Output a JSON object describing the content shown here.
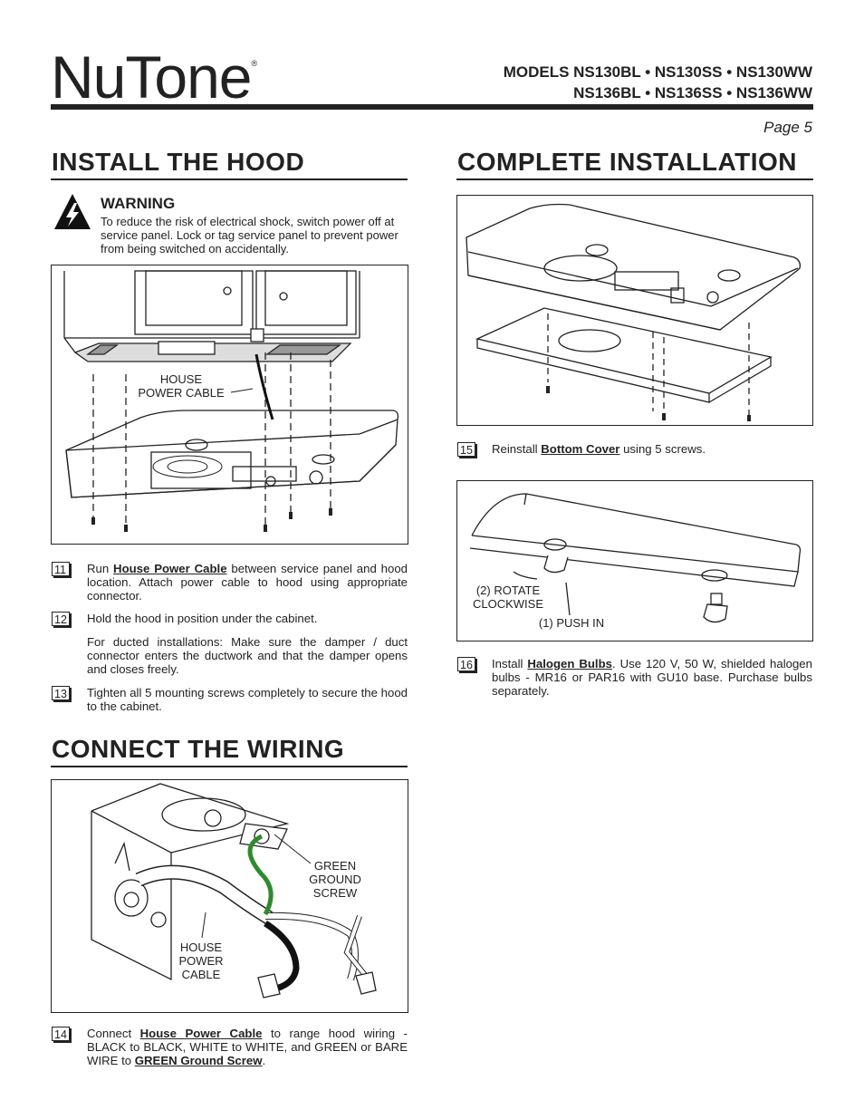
{
  "header": {
    "brand": "NuTone",
    "registered": "®",
    "models_line1": "MODELS NS130BL • NS130SS • NS130WW",
    "models_line2": "NS136BL • NS136SS • NS136WW",
    "page": "Page 5"
  },
  "install": {
    "title": "INSTALL THE HOOD",
    "warning_title": "WARNING",
    "warning_text": "To reduce the risk of electrical shock, switch power off at service panel. Lock or tag service panel to prevent power from being switched on accidentally.",
    "fig_label_1": "HOUSE",
    "fig_label_2": "POWER CABLE",
    "steps": [
      {
        "num": "11",
        "pre": "Run ",
        "bold": "House Power Cable",
        "post": " between service panel and hood location. Attach power cable to hood using appropriate connector."
      },
      {
        "num": "12",
        "text": "Hold the hood in position under the cabinet."
      },
      {
        "text": "For ducted installations: Make sure the damper / duct connector enters the ductwork and that the damper opens and closes freely."
      },
      {
        "num": "13",
        "text": "Tighten all 5 mounting screws completely to secure the hood to the cabinet."
      }
    ]
  },
  "wiring": {
    "title": "CONNECT THE WIRING",
    "label_green_1": "GREEN",
    "label_green_2": "GROUND",
    "label_green_3": "SCREW",
    "label_house_1": "HOUSE",
    "label_house_2": "POWER",
    "label_house_3": "CABLE",
    "step": {
      "num": "14",
      "pre": "Connect ",
      "bold": "House Power Cable",
      "mid": " to range hood wiring - BLACK to BLACK, WHITE to WHITE, and GREEN or BARE WIRE to ",
      "bold2": "GREEN Ground Screw",
      "post": "."
    }
  },
  "complete": {
    "title": "COMPLETE INSTALLATION",
    "step15": {
      "num": "15",
      "pre": "Reinstall ",
      "bold": "Bottom Cover",
      "post": " using 5 screws."
    },
    "label_rotate_1": "(2) ROTATE",
    "label_rotate_2": "CLOCKWISE",
    "label_push": "(1) PUSH IN",
    "step16": {
      "num": "16",
      "pre": "Install ",
      "bold": "Halogen Bulbs",
      "post": ". Use 120 V, 50 W, shielded halogen bulbs - MR16 or PAR16 with GU10 base. Purchase bulbs separately."
    }
  },
  "colors": {
    "ink": "#222222",
    "ground_wire": "#2e8b2e"
  }
}
